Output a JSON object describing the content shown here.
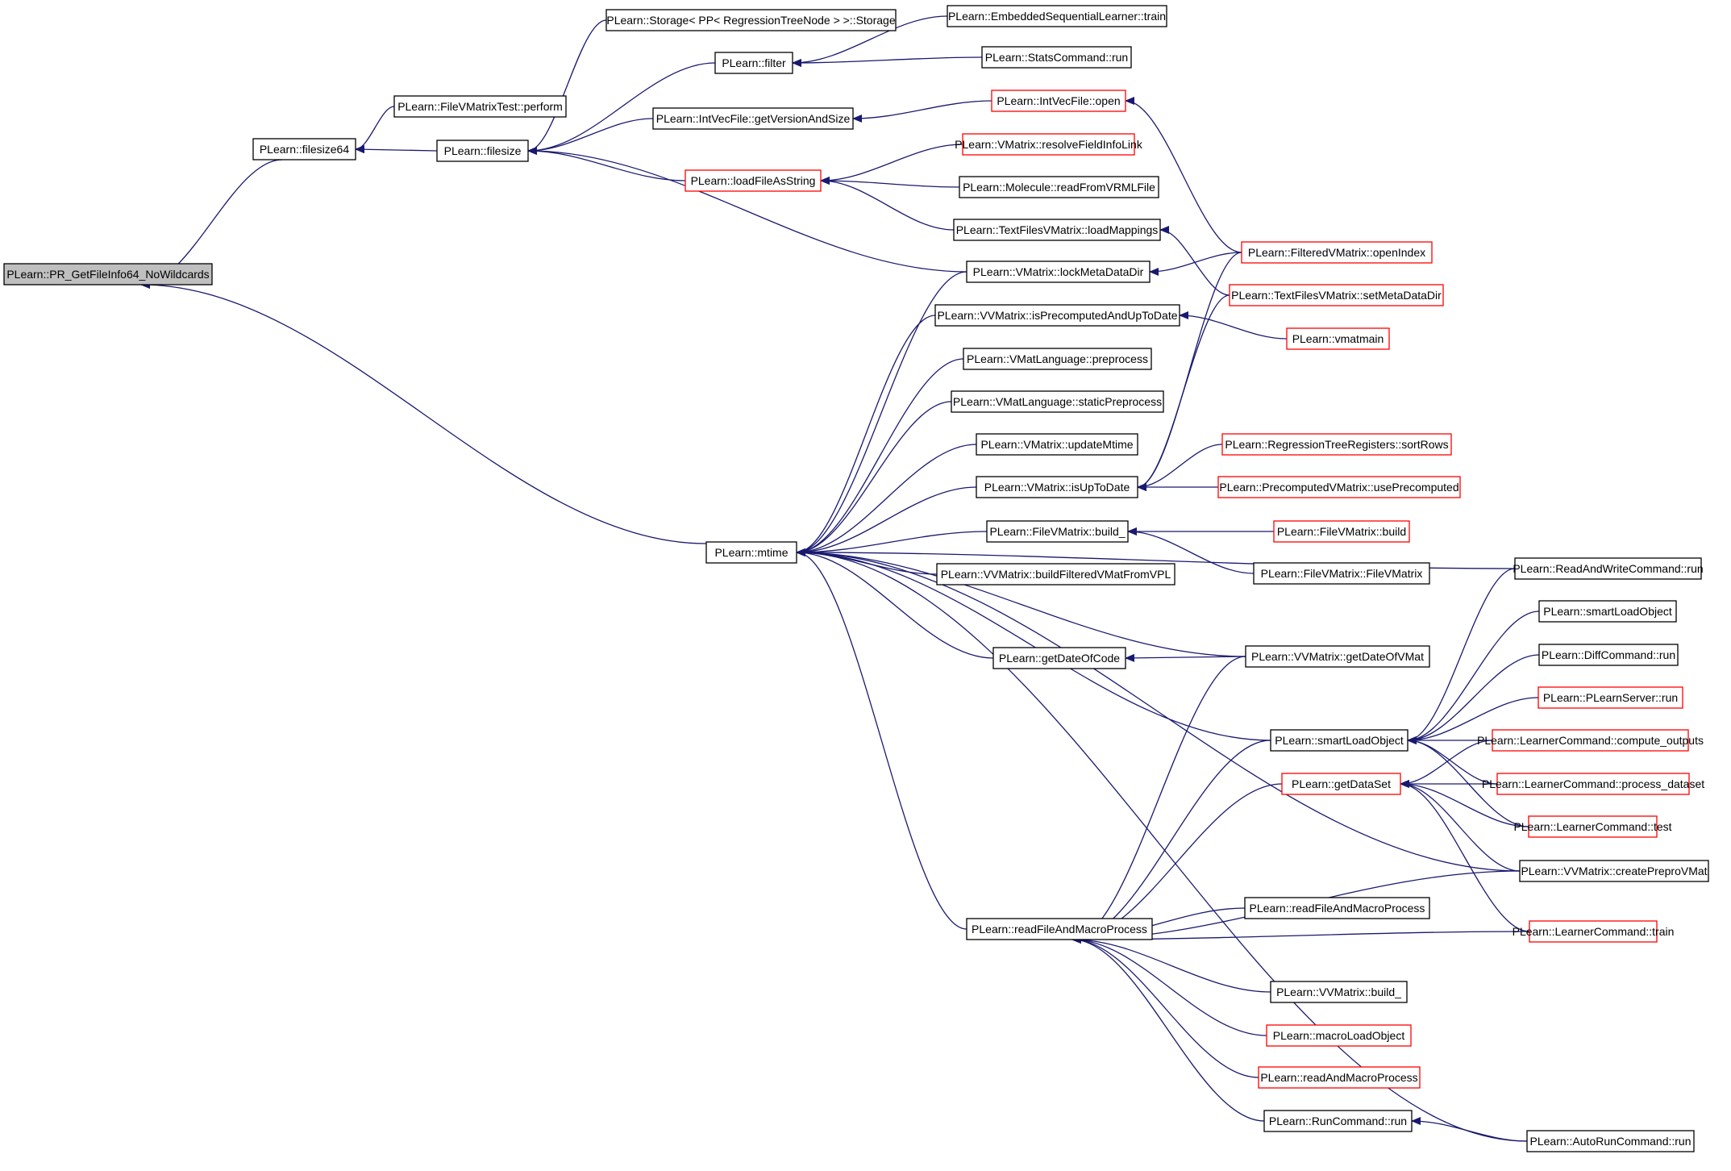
{
  "colors": {
    "edge": "#191970",
    "box_normal": "#000000",
    "box_truncated": "#ff0000",
    "box_root_fill": "#bfbfbf",
    "text": "#000000"
  },
  "graph": {
    "nodes": [
      {
        "id": "root",
        "label": "PLearn::PR_GetFileInfo64_NoWildcards",
        "style": "root"
      },
      {
        "id": "filesize64",
        "label": "PLearn::filesize64",
        "style": "normal"
      },
      {
        "id": "fvmtest",
        "label": "PLearn::FileVMatrixTest::perform",
        "style": "normal"
      },
      {
        "id": "filesize",
        "label": "PLearn::filesize",
        "style": "normal"
      },
      {
        "id": "storage",
        "label": "PLearn::Storage< PP< RegressionTreeNode > >::Storage",
        "style": "normal"
      },
      {
        "id": "filter",
        "label": "PLearn::filter",
        "style": "normal"
      },
      {
        "id": "getversion",
        "label": "PLearn::IntVecFile::getVersionAndSize",
        "style": "normal"
      },
      {
        "id": "loadfile",
        "label": "PLearn::loadFileAsString",
        "style": "truncated"
      },
      {
        "id": "embtrain",
        "label": "PLearn::EmbeddedSequentialLearner::train",
        "style": "normal"
      },
      {
        "id": "statsrun",
        "label": "PLearn::StatsCommand::run",
        "style": "normal"
      },
      {
        "id": "ivfopen",
        "label": "PLearn::IntVecFile::open",
        "style": "truncated"
      },
      {
        "id": "resolve",
        "label": "PLearn::VMatrix::resolveFieldInfoLink",
        "style": "truncated"
      },
      {
        "id": "molecule",
        "label": "PLearn::Molecule::readFromVRMLFile",
        "style": "normal"
      },
      {
        "id": "loadmap",
        "label": "PLearn::TextFilesVMatrix::loadMappings",
        "style": "normal"
      },
      {
        "id": "lockmeta",
        "label": "PLearn::VMatrix::lockMetaDataDir",
        "style": "normal"
      },
      {
        "id": "openindex",
        "label": "PLearn::FilteredVMatrix::openIndex",
        "style": "truncated"
      },
      {
        "id": "setmeta",
        "label": "PLearn::TextFilesVMatrix::setMetaDataDir",
        "style": "truncated"
      },
      {
        "id": "isprecomp",
        "label": "PLearn::VVMatrix::isPrecomputedAndUpToDate",
        "style": "normal"
      },
      {
        "id": "vmatmain",
        "label": "PLearn::vmatmain",
        "style": "truncated"
      },
      {
        "id": "preprocess",
        "label": "PLearn::VMatLanguage::preprocess",
        "style": "normal"
      },
      {
        "id": "staticpre",
        "label": "PLearn::VMatLanguage::staticPreprocess",
        "style": "normal"
      },
      {
        "id": "updatemtime",
        "label": "PLearn::VMatrix::updateMtime",
        "style": "normal"
      },
      {
        "id": "sortrows",
        "label": "PLearn::RegressionTreeRegisters::sortRows",
        "style": "truncated"
      },
      {
        "id": "isuptodate",
        "label": "PLearn::VMatrix::isUpToDate",
        "style": "normal"
      },
      {
        "id": "useprecomp",
        "label": "PLearn::PrecomputedVMatrix::usePrecomputed",
        "style": "truncated"
      },
      {
        "id": "mtime",
        "label": "PLearn::mtime",
        "style": "normal"
      },
      {
        "id": "fvmbuild_",
        "label": "PLearn::FileVMatrix::build_",
        "style": "normal"
      },
      {
        "id": "fvmbuild",
        "label": "PLearn::FileVMatrix::build",
        "style": "truncated"
      },
      {
        "id": "fvmctor",
        "label": "PLearn::FileVMatrix::FileVMatrix",
        "style": "normal"
      },
      {
        "id": "buildfiltered",
        "label": "PLearn::VVMatrix::buildFilteredVMatFromVPL",
        "style": "normal"
      },
      {
        "id": "readwrite",
        "label": "PLearn::ReadAndWriteCommand::run",
        "style": "normal"
      },
      {
        "id": "smartload_r",
        "label": "PLearn::smartLoadObject",
        "style": "normal"
      },
      {
        "id": "getdatecode",
        "label": "PLearn::getDateOfCode",
        "style": "normal"
      },
      {
        "id": "getdatevmat",
        "label": "PLearn::VVMatrix::getDateOfVMat",
        "style": "normal"
      },
      {
        "id": "diffrun",
        "label": "PLearn::DiffCommand::run",
        "style": "normal"
      },
      {
        "id": "plearnserver",
        "label": "PLearn::PLearnServer::run",
        "style": "truncated"
      },
      {
        "id": "smartload",
        "label": "PLearn::smartLoadObject",
        "style": "normal"
      },
      {
        "id": "compute",
        "label": "PLearn::LearnerCommand::compute_outputs",
        "style": "truncated"
      },
      {
        "id": "getdataset",
        "label": "PLearn::getDataSet",
        "style": "truncated"
      },
      {
        "id": "processds",
        "label": "PLearn::LearnerCommand::process_dataset",
        "style": "truncated"
      },
      {
        "id": "lctest",
        "label": "PLearn::LearnerCommand::test",
        "style": "truncated"
      },
      {
        "id": "createprepro",
        "label": "PLearn::VVMatrix::createPreproVMat",
        "style": "normal"
      },
      {
        "id": "readfilemacro_r",
        "label": "PLearn::readFileAndMacroProcess",
        "style": "normal"
      },
      {
        "id": "readfilemacro",
        "label": "PLearn::readFileAndMacroProcess",
        "style": "normal"
      },
      {
        "id": "lctrain",
        "label": "PLearn::LearnerCommand::train",
        "style": "truncated"
      },
      {
        "id": "vvmbuild_",
        "label": "PLearn::VVMatrix::build_",
        "style": "normal"
      },
      {
        "id": "macroload",
        "label": "PLearn::macroLoadObject",
        "style": "truncated"
      },
      {
        "id": "readandmacro",
        "label": "PLearn::readAndMacroProcess",
        "style": "truncated"
      },
      {
        "id": "runcmd",
        "label": "PLearn::RunCommand::run",
        "style": "normal"
      },
      {
        "id": "autorun",
        "label": "PLearn::AutoRunCommand::run",
        "style": "normal"
      }
    ],
    "edges": [
      [
        "filesize64",
        "root"
      ],
      [
        "mtime",
        "root"
      ],
      [
        "fvmtest",
        "filesize64"
      ],
      [
        "filesize",
        "filesize64"
      ],
      [
        "storage",
        "filesize"
      ],
      [
        "filter",
        "filesize"
      ],
      [
        "getversion",
        "filesize"
      ],
      [
        "loadfile",
        "filesize"
      ],
      [
        "lockmeta",
        "filesize"
      ],
      [
        "embtrain",
        "filter"
      ],
      [
        "statsrun",
        "filter"
      ],
      [
        "ivfopen",
        "getversion"
      ],
      [
        "openindex",
        "ivfopen"
      ],
      [
        "resolve",
        "loadfile"
      ],
      [
        "molecule",
        "loadfile"
      ],
      [
        "loadmap",
        "loadfile"
      ],
      [
        "setmeta",
        "loadmap"
      ],
      [
        "openindex",
        "lockmeta"
      ],
      [
        "vmatmain",
        "isprecomp"
      ],
      [
        "openindex",
        "isuptodate"
      ],
      [
        "setmeta",
        "isuptodate"
      ],
      [
        "sortrows",
        "isuptodate"
      ],
      [
        "useprecomp",
        "isuptodate"
      ],
      [
        "fvmbuild",
        "fvmbuild_"
      ],
      [
        "fvmctor",
        "fvmbuild_"
      ],
      [
        "getdatevmat",
        "getdatecode"
      ],
      [
        "lockmeta",
        "mtime"
      ],
      [
        "isprecomp",
        "mtime"
      ],
      [
        "preprocess",
        "mtime"
      ],
      [
        "staticpre",
        "mtime"
      ],
      [
        "updatemtime",
        "mtime"
      ],
      [
        "isuptodate",
        "mtime"
      ],
      [
        "fvmbuild_",
        "mtime"
      ],
      [
        "buildfiltered",
        "mtime"
      ],
      [
        "getdatevmat",
        "mtime"
      ],
      [
        "getdatecode",
        "mtime"
      ],
      [
        "readwrite",
        "mtime"
      ],
      [
        "smartload",
        "mtime"
      ],
      [
        "createprepro",
        "mtime"
      ],
      [
        "readfilemacro",
        "mtime"
      ],
      [
        "autorun",
        "mtime"
      ],
      [
        "readwrite",
        "smartload"
      ],
      [
        "smartload_r",
        "smartload"
      ],
      [
        "diffrun",
        "smartload"
      ],
      [
        "plearnserver",
        "smartload"
      ],
      [
        "compute",
        "smartload"
      ],
      [
        "processds",
        "smartload"
      ],
      [
        "lctest",
        "smartload"
      ],
      [
        "compute",
        "getdataset"
      ],
      [
        "processds",
        "getdataset"
      ],
      [
        "lctest",
        "getdataset"
      ],
      [
        "createprepro",
        "getdataset"
      ],
      [
        "lctrain",
        "getdataset"
      ],
      [
        "getdatevmat",
        "readfilemacro"
      ],
      [
        "smartload",
        "readfilemacro"
      ],
      [
        "getdataset",
        "readfilemacro"
      ],
      [
        "createprepro",
        "readfilemacro"
      ],
      [
        "readfilemacro_r",
        "readfilemacro"
      ],
      [
        "lctrain",
        "readfilemacro"
      ],
      [
        "vvmbuild_",
        "readfilemacro"
      ],
      [
        "macroload",
        "readfilemacro"
      ],
      [
        "readandmacro",
        "readfilemacro"
      ],
      [
        "runcmd",
        "readfilemacro"
      ],
      [
        "autorun",
        "runcmd"
      ]
    ]
  }
}
